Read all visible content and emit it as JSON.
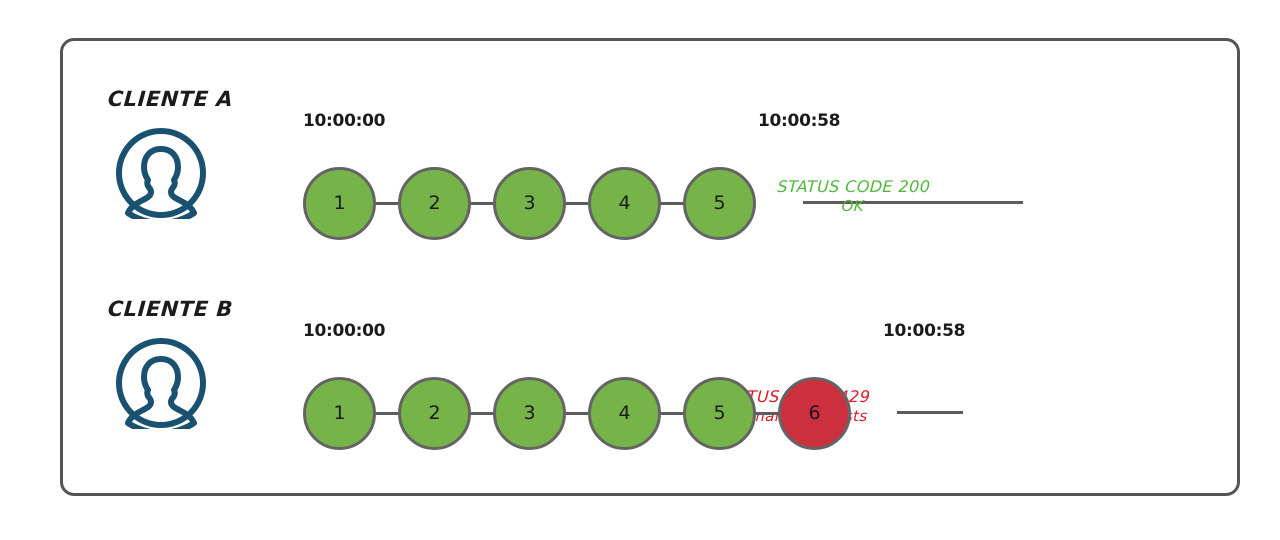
{
  "diagram": {
    "title_visible": false,
    "colors": {
      "node_ok": "#76b348",
      "node_blocked": "#cc2f3e",
      "node_border": "#646464",
      "connector": "#5c5c5c",
      "frame": "#545454",
      "avatar": "#1b5170",
      "status_ok": "#4fb83c",
      "status_error": "#e01b24",
      "text": "#1b1b1b"
    },
    "rows": [
      {
        "id": "client-a",
        "label": "CLIENTE A",
        "avatar_icon": "user-avatar-icon",
        "timestamp_start": "10:00:00",
        "timestamp_end": "10:00:58",
        "nodes": [
          {
            "label": "1",
            "state": "ok"
          },
          {
            "label": "2",
            "state": "ok"
          },
          {
            "label": "3",
            "state": "ok"
          },
          {
            "label": "4",
            "state": "ok"
          },
          {
            "label": "5",
            "state": "ok"
          }
        ],
        "status": {
          "line1": "STATUS CODE 200",
          "line2": "OK",
          "state": "ok"
        }
      },
      {
        "id": "client-b",
        "label": "CLIENTE B",
        "avatar_icon": "user-avatar-icon",
        "timestamp_start": "10:00:00",
        "timestamp_end": "10:00:58",
        "nodes": [
          {
            "label": "1",
            "state": "ok"
          },
          {
            "label": "2",
            "state": "ok"
          },
          {
            "label": "3",
            "state": "ok"
          },
          {
            "label": "4",
            "state": "ok"
          },
          {
            "label": "5",
            "state": "ok"
          },
          {
            "label": "6",
            "state": "blocked"
          }
        ],
        "status": {
          "line1": "STATUS CODE 429",
          "line2": "Too many requests",
          "state": "error"
        }
      }
    ]
  }
}
